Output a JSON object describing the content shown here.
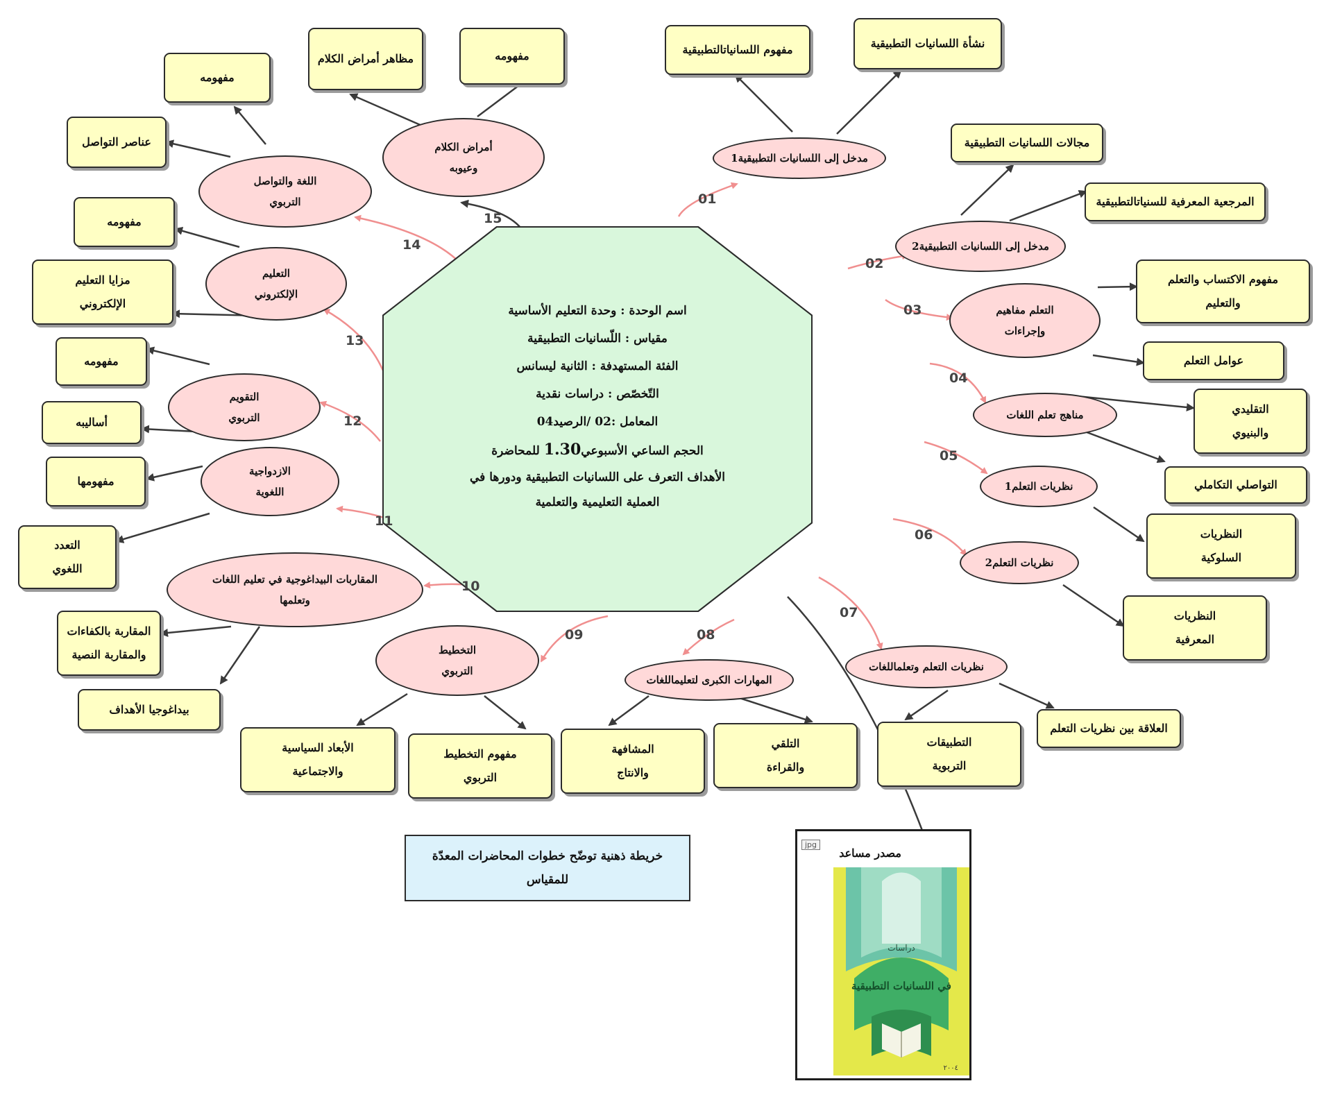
{
  "center": {
    "unit": "اسم الوحدة : وحدة التعليم الأساسية",
    "module": "مقياس : اللّسانيات التطبيقية",
    "audience": "الفئة المستهدفة : الثانية ليسانس",
    "specialty": "التّخصّص : دراسات نقدية",
    "coefficient": "المعامل :02 /الرصيد04",
    "hours_prefix": "الحجم الساعي الأسبوعي",
    "hours_value": "1.30",
    "hours_suffix": "للمحاضرة",
    "goals": "الأهداف التعرف على اللسانيات التطبيقية ودورها في العملية التعليمية والتعلمية"
  },
  "numbers": [
    "01",
    "02",
    "03",
    "04",
    "05",
    "06",
    "07",
    "08",
    "09",
    "10",
    "11",
    "12",
    "13",
    "14",
    "15"
  ],
  "lectures": [
    {
      "line1": "مدخل إلى اللسانيات التطبيقية1"
    },
    {
      "line1": "مدخل إلى اللسانيات التطبيقية2"
    },
    {
      "line1": "التعلم مفاهيم",
      "line2": "وإجراءات"
    },
    {
      "line1": "مناهج تعلم اللغات"
    },
    {
      "line1": "نظريات التعلم1"
    },
    {
      "line1": "نظريات التعلم2"
    },
    {
      "line1": "نظريات التعلم وتعلماللغات"
    },
    {
      "line1": "المهارات الكبرى لتعليماللغات"
    },
    {
      "line1": "التخطيط",
      "line2": "التربوي"
    },
    {
      "line1": "المقاربات البيداغوجية في تعليم اللغات",
      "line2": "وتعلمها"
    },
    {
      "line1": "الازدواجية",
      "line2": "اللغوية"
    },
    {
      "line1": "التقويم",
      "line2": "التربوي"
    },
    {
      "line1": "التعليم",
      "line2": "الإلكتروني"
    },
    {
      "line1": "اللغة والتواصل",
      "line2": "التربوي"
    },
    {
      "line1": "أمراض الكلام",
      "line2": "وعيوبه"
    }
  ],
  "topics": [
    {
      "line1": "نشأة اللسانيات التطبيقية"
    },
    {
      "line1": "مفهوم اللسانياتالتطبيقية"
    },
    {
      "line1": "مجالات اللسانيات التطبيقية"
    },
    {
      "line1": "المرجعية المعرفية للسنياتالتطبيقية"
    },
    {
      "line1": "مفهوم الاكتساب والتعلم",
      "line2": "والتعليم"
    },
    {
      "line1": "عوامل التعلم"
    },
    {
      "line1": "التقليدي",
      "line2": "والبنيوي"
    },
    {
      "line1": "التواصلي التكاملي"
    },
    {
      "line1": "النظريات",
      "line2": "السلوكية"
    },
    {
      "line1": "النظريات",
      "line2": "المعرفية"
    },
    {
      "line1": "العلاقة بين نظريات التعلم"
    },
    {
      "line1": "التطبيقات",
      "line2": "التربوية"
    },
    {
      "line1": "التلقي",
      "line2": "والقراءة"
    },
    {
      "line1": "المشافهة",
      "line2": "والانتاج"
    },
    {
      "line1": "مفهوم التخطيط",
      "line2": "التربوي"
    },
    {
      "line1": "الأبعاد السياسية",
      "line2": "والاجتماعية"
    },
    {
      "line1": "بيداغوجيا الأهداف"
    },
    {
      "line1": "المقاربة بالكفاءات",
      "line2": "والمقاربة النصية"
    },
    {
      "line1": "التعدد",
      "line2": "اللغوي"
    },
    {
      "line1": "مفهومها"
    },
    {
      "line1": "أساليبه"
    },
    {
      "line1": "مفهومه"
    },
    {
      "line1": "مزايا التعليم",
      "line2": "الإلكتروني"
    },
    {
      "line1": "مفهومه"
    },
    {
      "line1": "عناصر التواصل"
    },
    {
      "line1": "مفهومه"
    },
    {
      "line1": "مظاهر أمراض الكلام"
    },
    {
      "line1": "مفهومه"
    }
  ],
  "note": {
    "line1": "خريطة ذهنية توضّح خطوات المحاضرات المعدّة",
    "line2": "للمقياس"
  },
  "source": {
    "title": "مصدر مساعد",
    "tag": "jpg",
    "cover_small": "دراسات",
    "cover_main": "في اللسانيات التطبيقية",
    "cover_year": "٢٠٠٤"
  },
  "colors": {
    "center_fill": "#d9f7dc",
    "node_fill": "#ffd9d9",
    "box_fill": "#ffffc4",
    "arrow_pink": "#f08f8f",
    "arrow_dark": "#3a3a3a",
    "note_fill": "#dcf2fb"
  }
}
